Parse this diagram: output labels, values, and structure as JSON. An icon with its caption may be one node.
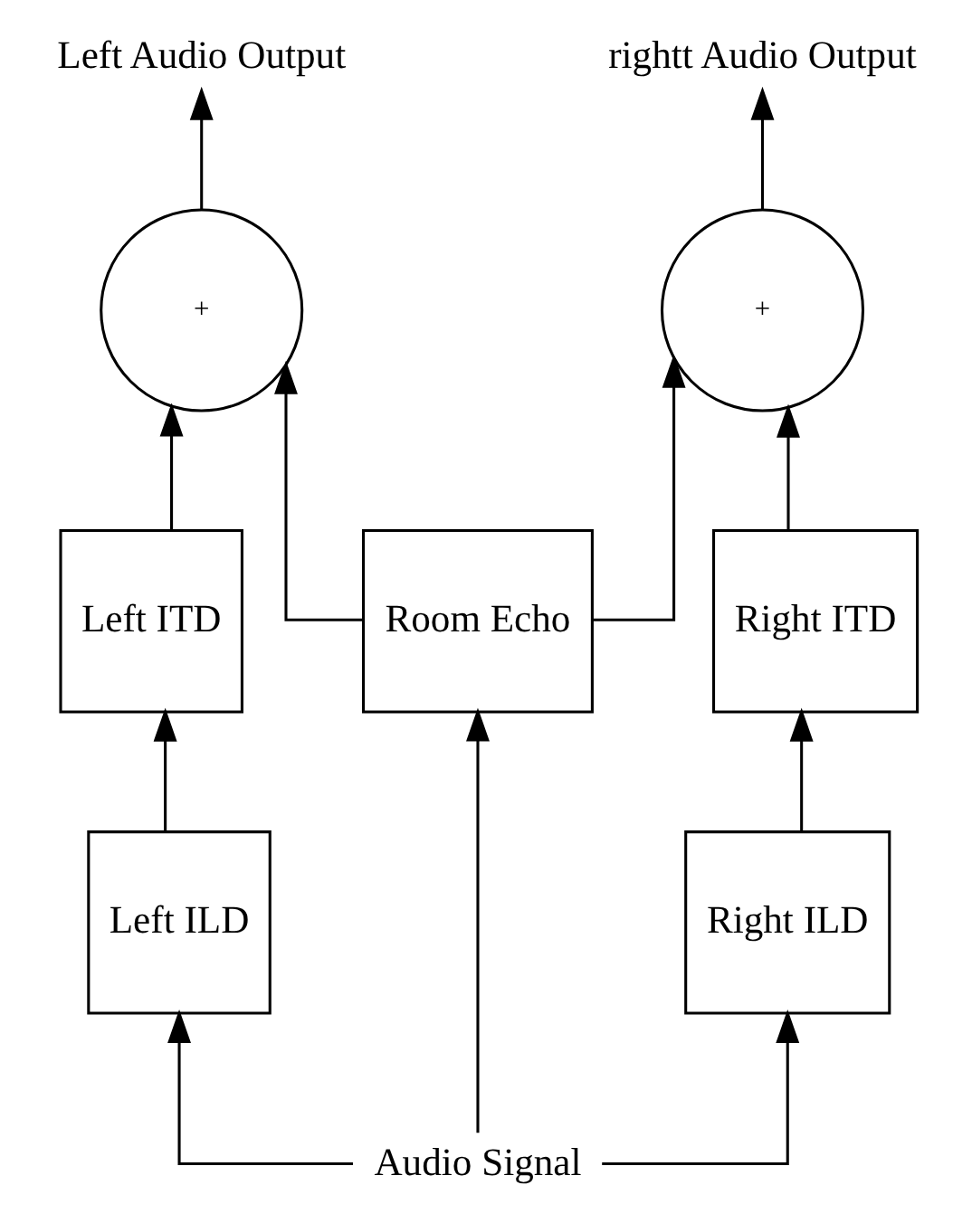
{
  "diagram": {
    "nodes": [
      {
        "text": [
          "Left Audio Output"
        ]
      },
      {
        "text": [
          "rightt Audio Output"
        ]
      },
      {
        "text": [
          "+"
        ]
      },
      {
        "text": [
          "+"
        ]
      },
      {
        "text": [
          "Left ITD"
        ]
      },
      {
        "text": [
          "Room Echo"
        ]
      },
      {
        "text": [
          "Right ITD"
        ]
      },
      {
        "text": [
          "Left ILD"
        ]
      },
      {
        "text": [
          "Right ILD"
        ]
      },
      {
        "text": [
          "Audio Signal"
        ]
      }
    ],
    "edges": [
      {
        "from": 2,
        "to": 0,
        "arrow": "to"
      },
      {
        "from": 3,
        "to": 1,
        "arrow": "to"
      },
      {
        "from": 4,
        "to": 2,
        "arrow": "to"
      },
      {
        "from": 5,
        "to": 2,
        "arrow": "to"
      },
      {
        "from": 5,
        "to": 3,
        "arrow": "to"
      },
      {
        "from": 6,
        "to": 3,
        "arrow": "to"
      },
      {
        "from": 7,
        "to": 4,
        "arrow": "to"
      },
      {
        "from": 8,
        "to": 6,
        "arrow": "to"
      },
      {
        "from": 9,
        "to": 7,
        "arrow": "to"
      },
      {
        "from": 9,
        "to": 5,
        "arrow": "to"
      },
      {
        "from": 9,
        "to": 8,
        "arrow": "to"
      }
    ]
  }
}
